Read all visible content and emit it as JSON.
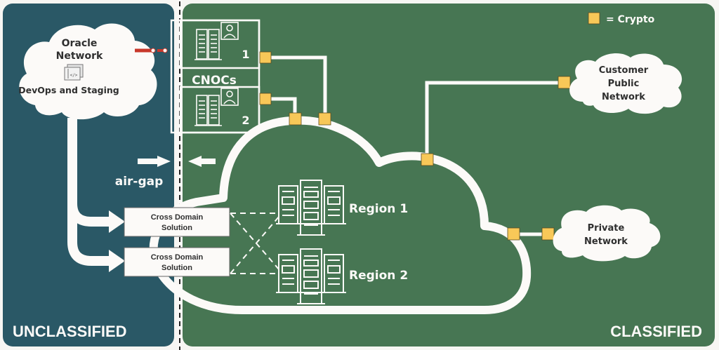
{
  "colors": {
    "unclassified_bg": "#2a5866",
    "classified_bg": "#477653",
    "crypto": "#f8c858",
    "white": "#fcfaf8",
    "dark_text": "#2f2f2f",
    "link_red": "#c8382b"
  },
  "legend": {
    "label": "=  Crypto",
    "icon": "crypto-square-icon"
  },
  "zones": {
    "unclassified": "UNCLASSIFIED",
    "classified": "CLASSIFIED"
  },
  "oracle_cloud": {
    "title_line1": "Oracle",
    "title_line2": "Network",
    "icon": "devops-code-window-icon",
    "subtitle": "DevOps and Staging"
  },
  "cnocs": {
    "label": "CNOCs",
    "units": [
      {
        "number": "1",
        "icon": "server-operator-icon"
      },
      {
        "number": "2",
        "icon": "server-operator-icon"
      }
    ]
  },
  "air_gap": {
    "label": "air-gap"
  },
  "cross_domain": [
    {
      "line1": "Cross Domain",
      "line2": "Solution"
    },
    {
      "line1": "Cross Domain",
      "line2": "Solution"
    }
  ],
  "regions": [
    {
      "label": "Region 1",
      "icon": "datacenter-racks-icon"
    },
    {
      "label": "Region 2",
      "icon": "datacenter-racks-icon"
    }
  ],
  "external_networks": {
    "customer": {
      "line1": "Customer",
      "line2": "Public",
      "line3": "Network"
    },
    "private": {
      "line1": "Private",
      "line2": "Network"
    }
  }
}
